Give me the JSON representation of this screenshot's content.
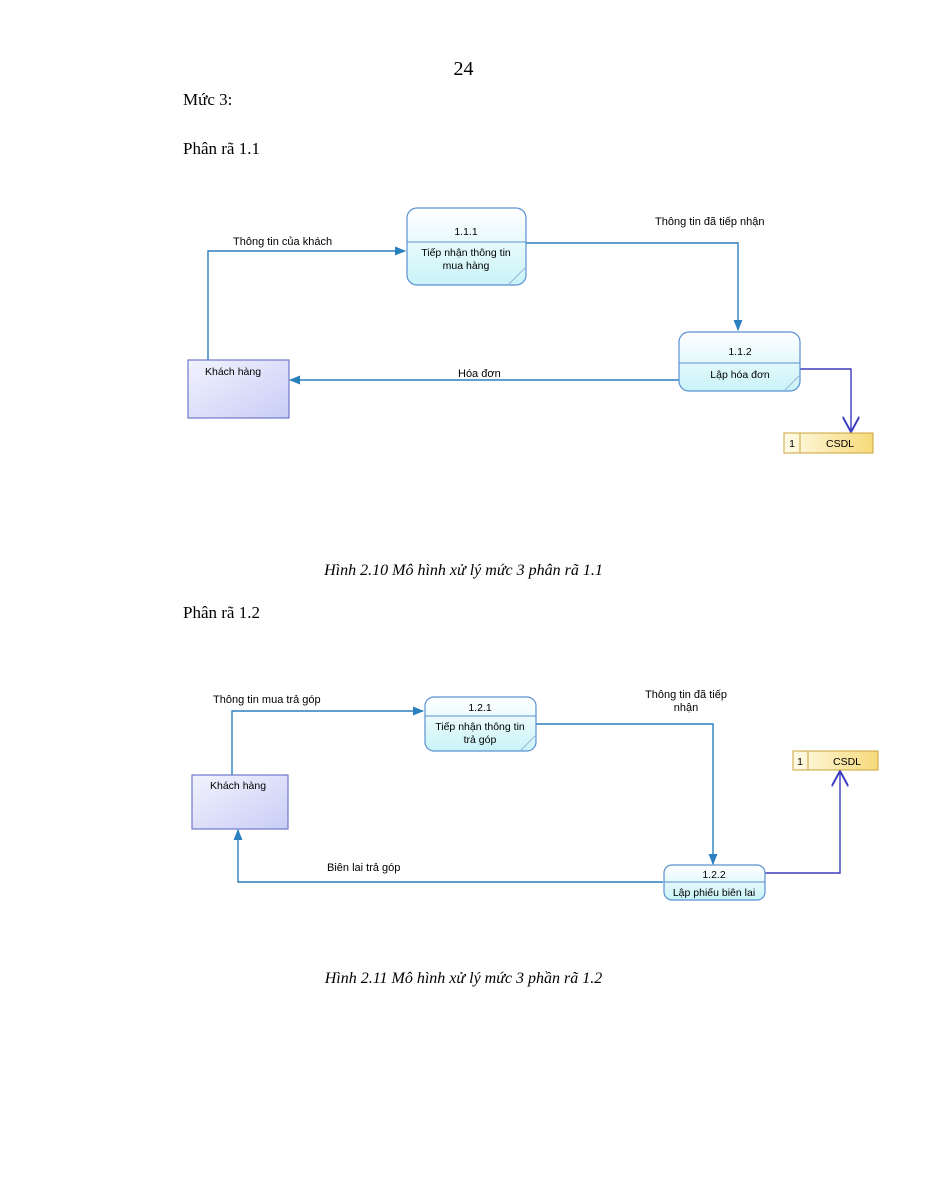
{
  "page_number": "24",
  "section_title": "Mức 3:",
  "part1": {
    "heading": "Phân rã 1.1",
    "entity": "Khách hàng",
    "processes": [
      {
        "id": "1.1.1",
        "name_lines": [
          "Tiếp nhận thông tin",
          "mua hàng"
        ]
      },
      {
        "id": "1.1.2",
        "name_lines": [
          "Lập hóa đơn"
        ]
      }
    ],
    "datastore": {
      "number": "1",
      "name": "CSDL"
    },
    "flows": {
      "customer_info": "Thông tin của khách",
      "received_info": "Thông tin đã tiếp nhận",
      "invoice": "Hóa đơn"
    },
    "caption": "Hình 2.10 Mô hình xử lý mức 3 phân rã 1.1"
  },
  "part2": {
    "heading": "Phân rã 1.2",
    "entity": "Khách hàng",
    "processes": [
      {
        "id": "1.2.1",
        "name_lines": [
          "Tiếp nhận thông tin",
          "trả góp"
        ]
      },
      {
        "id": "1.2.2",
        "name_lines": [
          "Lập phiếu biên lai"
        ]
      }
    ],
    "datastore": {
      "number": "1",
      "name": "CSDL"
    },
    "flows": {
      "installment_info": "Thông tin mua trả góp",
      "received_info_lines": [
        "Thông tin đã tiếp",
        "nhận"
      ],
      "receipt": "Biên lai trả góp"
    },
    "caption": "Hình 2.11 Mô hình xử lý mức 3 phần rã 1.2"
  }
}
